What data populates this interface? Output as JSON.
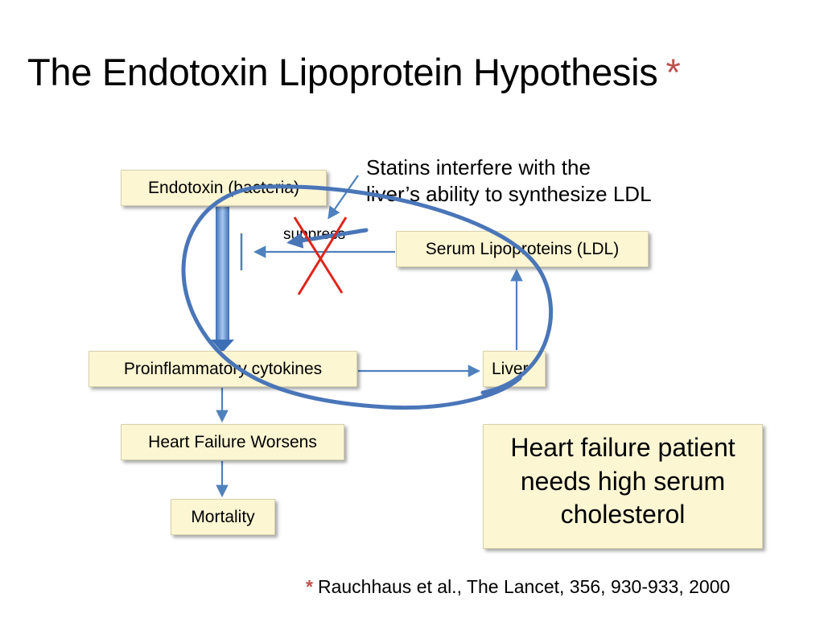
{
  "title": {
    "text": "The Endotoxin Lipoprotein Hypothesis",
    "star": "*"
  },
  "nodes": {
    "endotoxin": "Endotoxin (bacteria)",
    "cytokines": "Proinflammatory cytokines",
    "serum": "Serum Lipoproteins (LDL)",
    "liver": "Liver",
    "heart_failure": "Heart Failure Worsens",
    "mortality": "Mortality"
  },
  "callout": {
    "text": "Statins interfere with the\nliver’s ability to synthesize LDL"
  },
  "suppress_label": "suppress",
  "conclusion": "Heart failure patient needs high serum cholesterol",
  "citation": {
    "star": "*",
    "text": "Rauchhaus et al., The Lancet, 356, 930-933, 2000"
  },
  "colors": {
    "arrow_blue": "#4f81bd",
    "loop_blue": "#4a76b8",
    "cross_red": "#e0241b",
    "box_fill": "#fdf6d3",
    "star_red": "#c0504d"
  }
}
